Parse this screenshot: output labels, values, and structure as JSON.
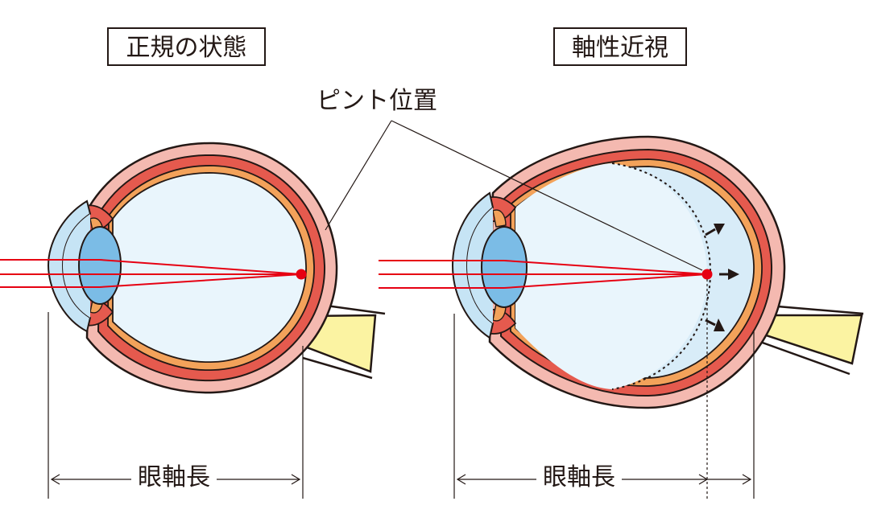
{
  "labels": {
    "normal_title": "正規の状態",
    "myopia_title": "軸性近視",
    "focus_position": "ピント位置",
    "axial_length_left": "眼軸長",
    "axial_length_right": "眼軸長"
  },
  "colors": {
    "outer_sclera": "#F4B9B0",
    "choroid": "#E55A4E",
    "retina": "#F3A25A",
    "vitreous": "#E9F5FC",
    "elongated_region": "#D8ECF8",
    "lens": "#7BBCE6",
    "cornea": "#C6E4F5",
    "optic_nerve": "#FBF3A2",
    "outline": "#231815",
    "light_ray": "#E60012",
    "focus_point": "#E60012"
  }
}
